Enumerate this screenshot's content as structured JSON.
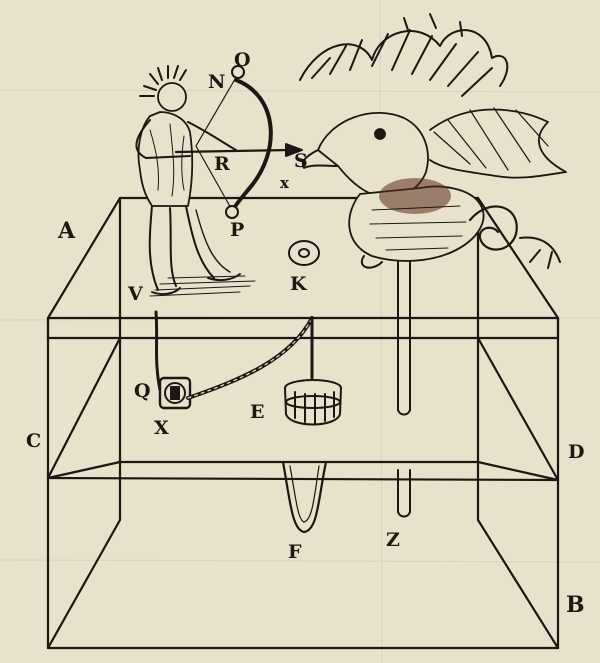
{
  "figure": {
    "labels": {
      "A": "A",
      "B": "B",
      "C": "C",
      "D": "D",
      "E": "E",
      "F": "F",
      "K": "K",
      "N": "N",
      "O": "O",
      "P": "P",
      "Q": "Q",
      "R": "R",
      "S": "S",
      "V": "V",
      "X": "X",
      "x_small": "x",
      "Z": "Z"
    },
    "colors": {
      "paper": "#e8e1cc",
      "ink": "#1b1712",
      "stain": "#5a2e1c"
    }
  }
}
